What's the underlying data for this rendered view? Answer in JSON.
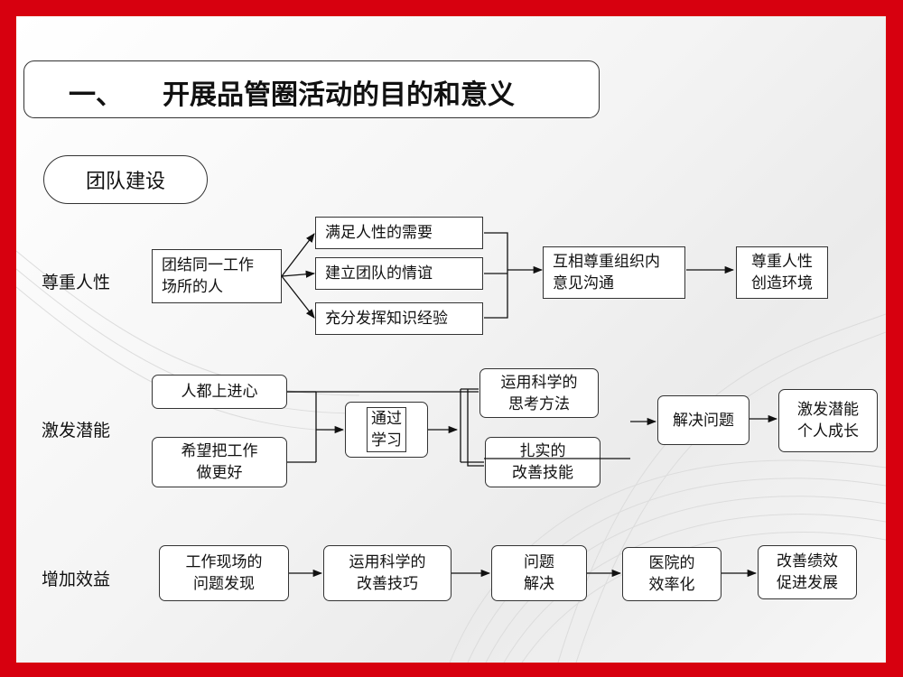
{
  "title": {
    "number": "一、",
    "text": "开展品管圈活动的目的和意义"
  },
  "section": "团队建设",
  "rows": {
    "respect": {
      "label": "尊重人性",
      "source": "团结同一工作\n场所的人",
      "branches": [
        "满足人性的需要",
        "建立团队的情谊",
        "充分发挥知识经验"
      ],
      "middle": "互相尊重组织内\n意见沟通",
      "result": "尊重人性\n创造环境"
    },
    "potential": {
      "label": "激发潜能",
      "inputs": [
        "人都上进心",
        "希望把工作\n做更好"
      ],
      "via": "通过\n学习",
      "methods": [
        "运用科学的\n思考方法",
        "扎实的\n改善技能"
      ],
      "solve": "解决问题",
      "result": "激发潜能\n个人成长"
    },
    "benefit": {
      "label": "增加效益",
      "steps": [
        "工作现场的\n问题发现",
        "运用科学的\n改善技巧",
        "问题\n解决",
        "医院的\n效率化",
        "改善绩效\n促进发展"
      ]
    }
  }
}
